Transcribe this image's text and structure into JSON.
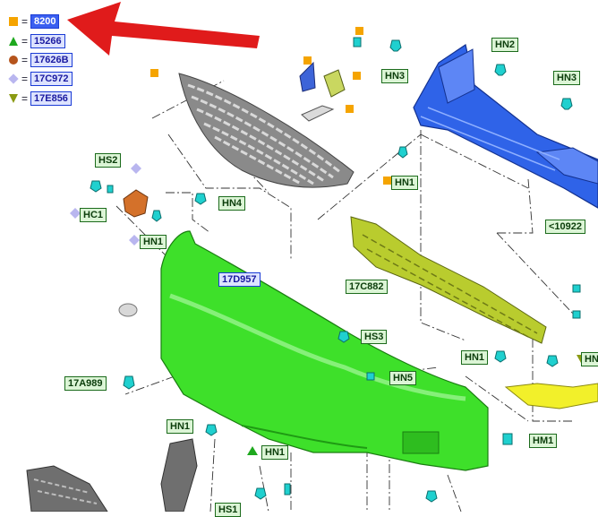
{
  "legend": [
    {
      "symbol": "orange-square",
      "code": "8200",
      "highlighted": true
    },
    {
      "symbol": "green-triangle",
      "code": "15266"
    },
    {
      "symbol": "brown-circle",
      "code": "17626B"
    },
    {
      "symbol": "lilac-diamond",
      "code": "17C972"
    },
    {
      "symbol": "olive-triangle-down",
      "code": "17E856"
    }
  ],
  "legend_equals": "=",
  "callouts": {
    "hn3_left": "HN3",
    "hn2": "HN2",
    "hn3_right": "HN3",
    "hs2": "HS2",
    "hc1": "HC1",
    "hn4": "HN4",
    "hn1_bracket": "HN1",
    "hn1_grille": "HN1",
    "c10922": "<10922",
    "c17d957": "17D957",
    "c17c882": "17C882",
    "hs3": "HS3",
    "hn1_mid": "HN1",
    "hn5": "HN5",
    "c17a989": "17A989",
    "hn1_lower_left": "HN1",
    "hn1_lower_mid": "HN1",
    "hm1": "HM1",
    "hs1": "HS1",
    "hn_cut": "HN"
  },
  "colors": {
    "arrow": "#e01b1b",
    "reinforcement_beam": "#2f63e8",
    "bumper_cover": "#3ee02a",
    "absorber": "#b9cc2e",
    "lower_grille": "#6f6f6f",
    "upper_grille": "#7a7a7a",
    "bracket": "#d4712a",
    "fastener": "#1fd0cf",
    "lower_deflector": "#f2f02a",
    "symbol_orange": "#f5a400",
    "symbol_green": "#1ea81e",
    "symbol_brown": "#b5541c",
    "symbol_lilac": "#b9b6ef",
    "symbol_olive": "#8a9a12"
  }
}
